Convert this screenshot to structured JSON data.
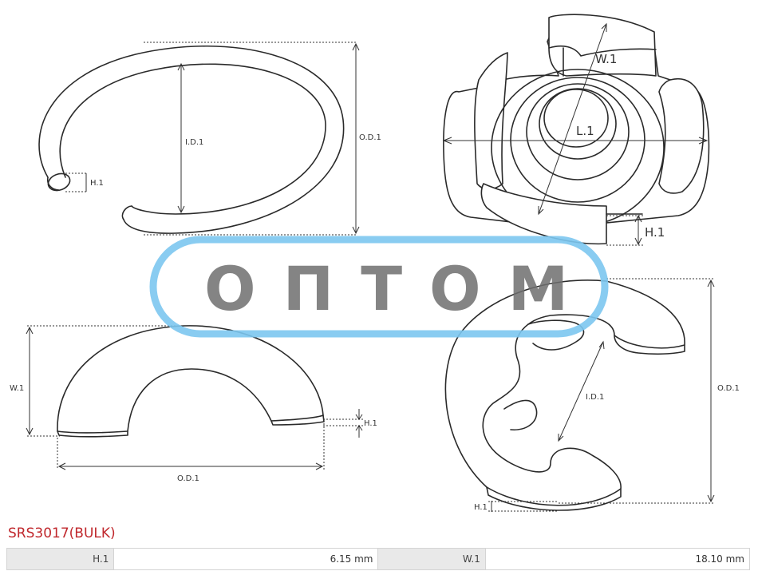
{
  "diagrams": {
    "top_left": {
      "id_label": "I.D.1",
      "od_label": "O.D.1",
      "h_label": "H.1"
    },
    "top_right": {
      "w_label": "W.1",
      "l_label": "L.1",
      "h_label": "H.1"
    },
    "bottom_left": {
      "w_label": "W.1",
      "od_label": "O.D.1",
      "h_label": "H.1"
    },
    "bottom_right": {
      "id_label": "I.D.1",
      "od_label": "O.D.1",
      "h_label": "H.1"
    }
  },
  "watermark": {
    "text": "ОПТОМ",
    "ring_color": "#7cc7f0"
  },
  "part_code": "SRS3017(BULK)",
  "part_code_color": "#c0282d",
  "specs": [
    {
      "key": "H.1",
      "value": "6.15 mm"
    },
    {
      "key": "W.1",
      "value": "18.10 mm"
    }
  ]
}
